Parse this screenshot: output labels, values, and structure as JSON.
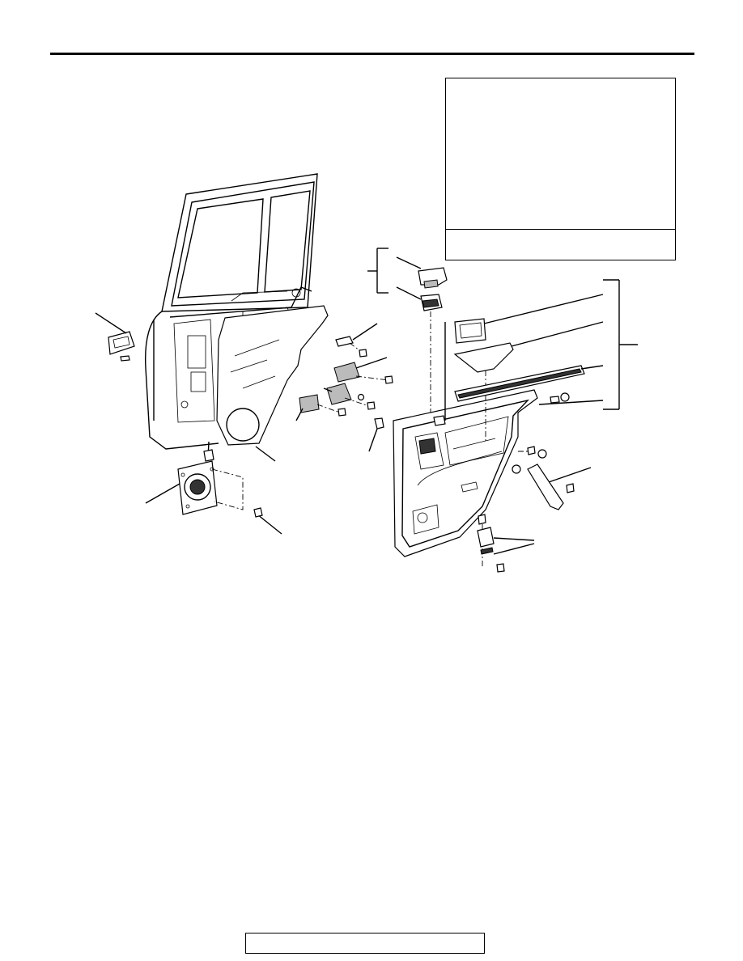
{
  "header": {
    "section_title": ""
  },
  "inset": {
    "caption": ""
  },
  "footer": {
    "page_label": ""
  },
  "colors": {
    "ink": "#000000",
    "paper": "#ffffff"
  },
  "icons": [
    "door-frame",
    "sealing-screen",
    "speaker",
    "door-trim-panel",
    "inside-handle",
    "power-window-switch",
    "pull-handle",
    "assist-grip",
    "screws",
    "clips",
    "butyl-tape-roll"
  ]
}
